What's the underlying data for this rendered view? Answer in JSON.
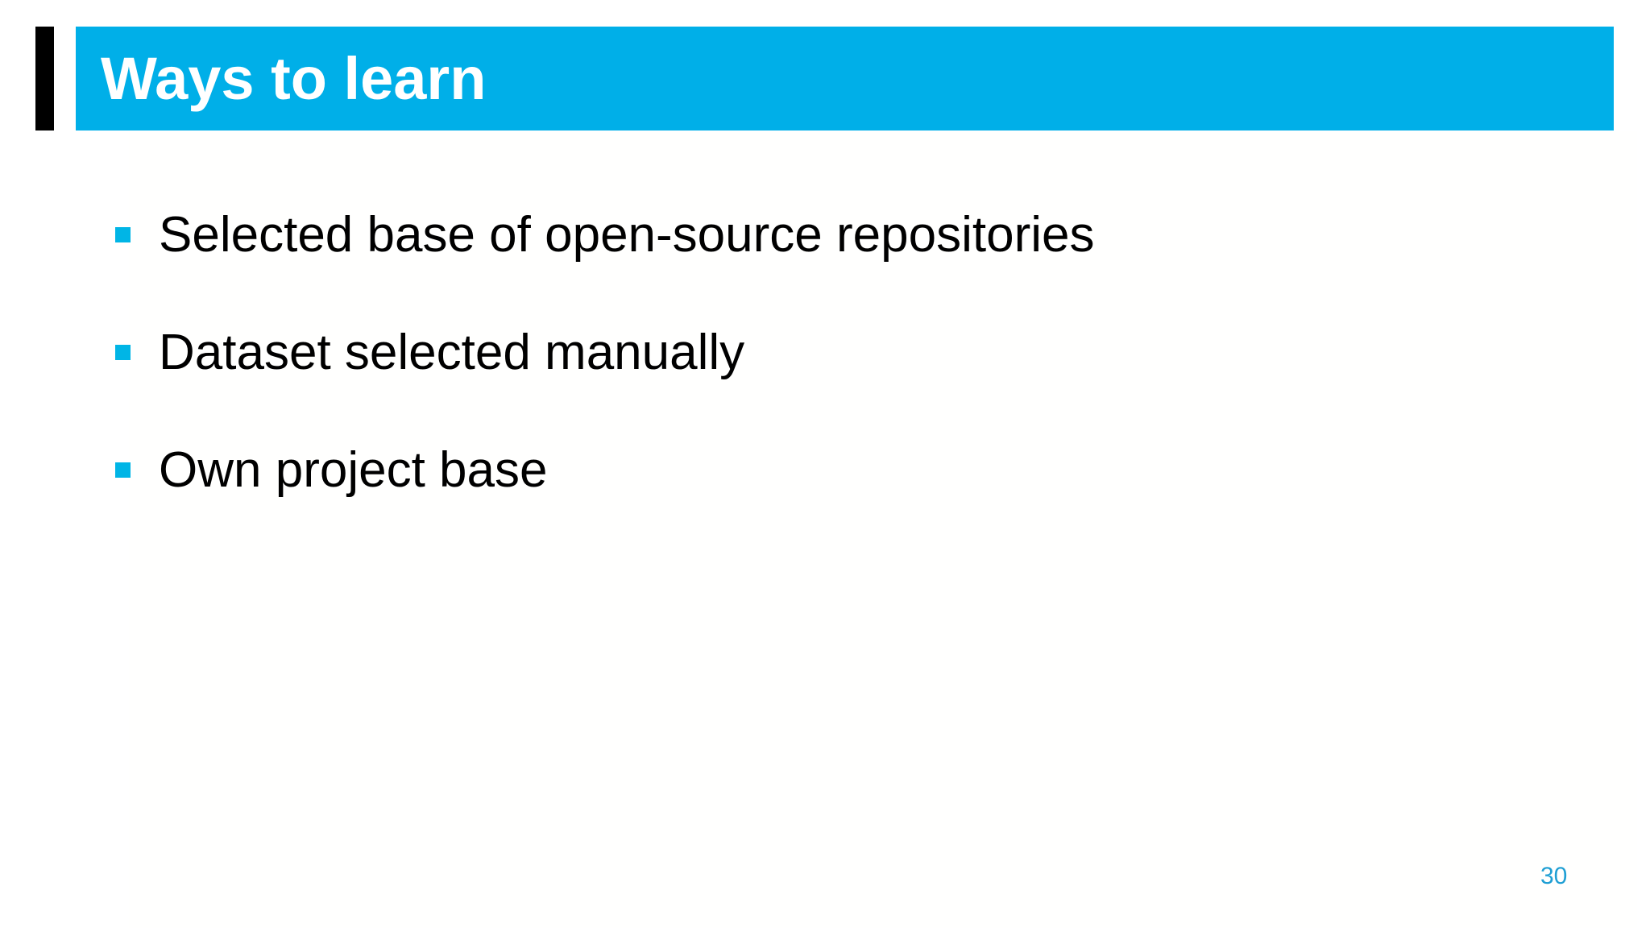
{
  "slide": {
    "title": "Ways to learn",
    "accent_color": "#00AFE8",
    "title_bar_color": "#00AFE8",
    "title_accent_color": "#000000",
    "title_text_color": "#FFFFFF",
    "background_color": "#FFFFFF",
    "bullet_marker_color": "#00B5E6",
    "body_text_color": "#000000",
    "page_number": "30",
    "page_number_color": "#1F9FD4",
    "bullets": [
      {
        "text": "Selected base of open-source repositories"
      },
      {
        "text": "Dataset selected manually"
      },
      {
        "text": "Own project base"
      }
    ]
  }
}
